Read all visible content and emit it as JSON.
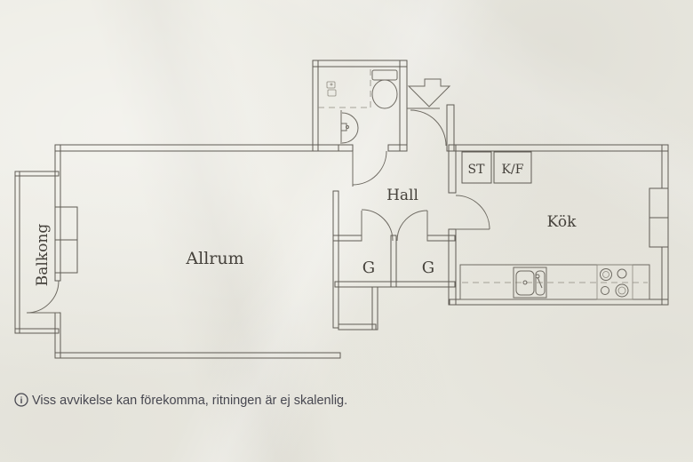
{
  "colors": {
    "paper": "#ecebe3",
    "wall_line": "#5f5b54",
    "fixture_line": "#6e6a62",
    "label_text": "#45413b",
    "footer_text": "#474750"
  },
  "rooms": {
    "balkong": {
      "label": "Balkong"
    },
    "allrum": {
      "label": "Allrum"
    },
    "hall": {
      "label": "Hall"
    },
    "closet_left": {
      "label": "G"
    },
    "closet_right": {
      "label": "G"
    },
    "kok": {
      "label": "Kök"
    },
    "st_cabinet": {
      "label": "ST"
    },
    "kf_cabinet": {
      "label": "K/F"
    }
  },
  "icons": {
    "entry_arrow": "entry-arrow-icon",
    "toilet": "toilet-icon",
    "bathroom_sink": "sink-icon",
    "kitchen_sink": "kitchen-sink-icon",
    "stove": "stove-icon",
    "info": "info-circle-icon"
  },
  "footer": {
    "info_glyph": "i",
    "disclaimer": "Viss avvikelse kan förekomma, ritningen är ej skalenlig."
  }
}
